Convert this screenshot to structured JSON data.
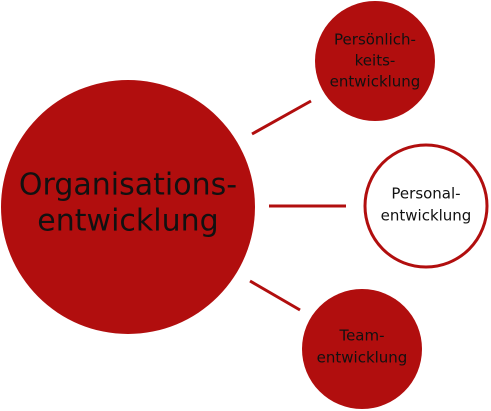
{
  "diagram": {
    "colors": {
      "accent": "#b10e0e",
      "connector": "#b10e0e",
      "background": "#ffffff",
      "text_on_accent": "#111111",
      "text_on_white": "#111111"
    },
    "center": {
      "lines": [
        "Organisations-",
        "entwicklung"
      ]
    },
    "nodes": {
      "persoenlichkeit": {
        "lines": [
          "Persönlich-",
          "keits-",
          "entwicklung"
        ],
        "style": "filled"
      },
      "personal": {
        "lines": [
          "Personal-",
          "entwicklung"
        ],
        "style": "outline"
      },
      "team": {
        "lines": [
          "Team-",
          "entwicklung"
        ],
        "style": "filled"
      }
    }
  }
}
